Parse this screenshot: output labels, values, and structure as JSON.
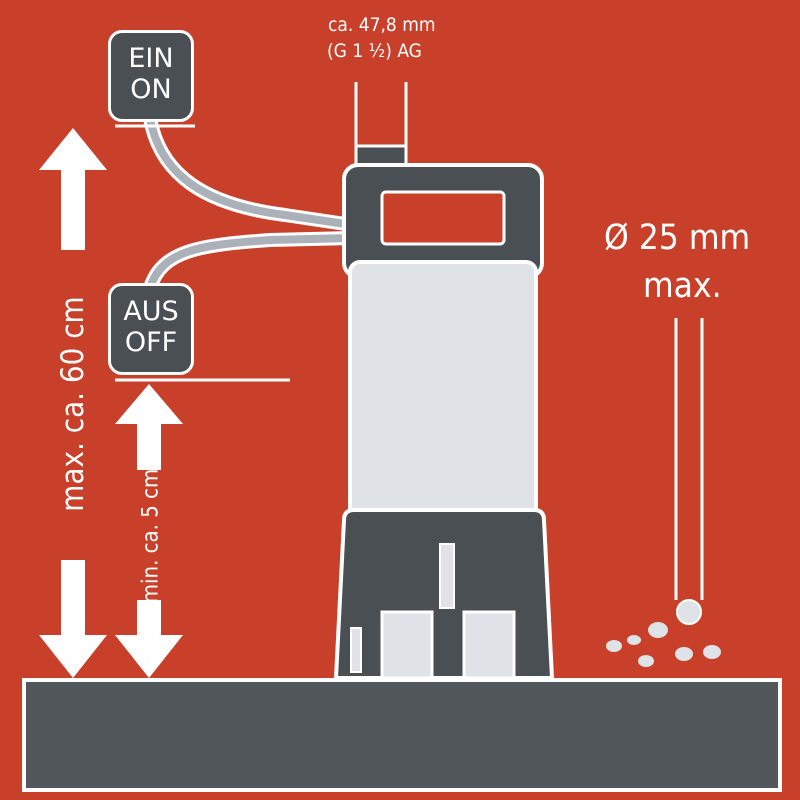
{
  "outlet_spec": {
    "size": "ca. 47,8 mm",
    "thread": "(G 1 ½) AG"
  },
  "switch_on": {
    "line1": "EIN",
    "line2": "ON"
  },
  "switch_off": {
    "line1": "AUS",
    "line2": "OFF"
  },
  "height_max": "max. ca. 60 cm",
  "height_min": "min. ca. 5 cm",
  "particle_size": {
    "line1": "Ø 25 mm",
    "line2": "max."
  },
  "colors": {
    "background": "#c8402a",
    "pump_dark": "#4a4f54",
    "pump_light": "#dfe2e6",
    "floor": "#52575c",
    "white": "#ffffff"
  },
  "icons": [
    "up-arrow-icon",
    "down-arrow-icon",
    "pump-illustration",
    "float-switch-icon",
    "particle-pebbles-icon"
  ]
}
